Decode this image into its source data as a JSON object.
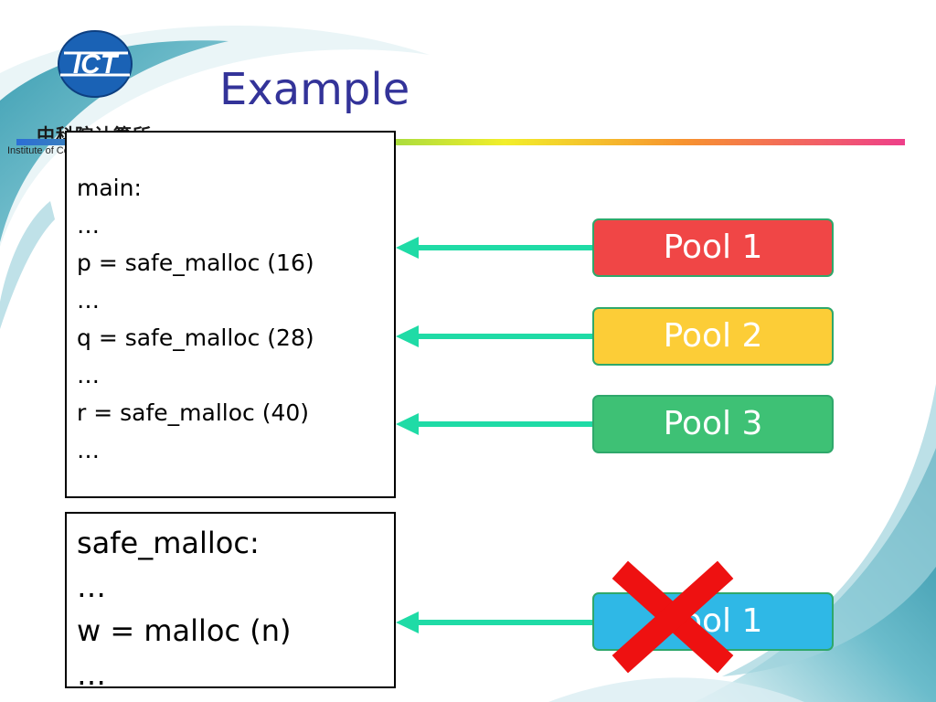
{
  "slide": {
    "title": "Example",
    "logo": {
      "abbr": "ICT",
      "name_cn": "中科院计算所",
      "name_en": "Institute of Computing Technology"
    }
  },
  "code_main": {
    "lines": [
      "main:",
      "…",
      "p = safe_malloc (16)",
      "…",
      "q = safe_malloc (28)",
      "…",
      "r = safe_malloc (40)",
      "…"
    ]
  },
  "code_safe": {
    "lines": [
      "safe_malloc:",
      "…",
      "w = malloc (n)",
      "…"
    ]
  },
  "pools": [
    {
      "label": "Pool 1",
      "color": "#f04646"
    },
    {
      "label": "Pool 2",
      "color": "#fccd37"
    },
    {
      "label": "Pool 3",
      "color": "#3ec175"
    },
    {
      "label": "Pool 1",
      "color": "#2fb8e6"
    }
  ],
  "colors": {
    "title": "#333399",
    "arrow": "#1fdba6",
    "cross": "#ee1111"
  },
  "icons": {
    "arrow": "left-arrow-icon",
    "cross": "cross-icon"
  }
}
